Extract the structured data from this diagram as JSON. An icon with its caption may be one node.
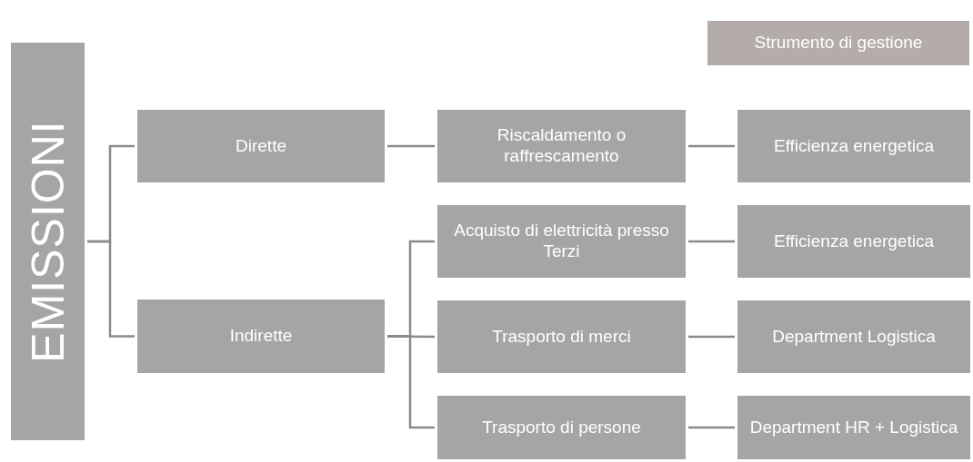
{
  "diagram": {
    "nodes": [
      {
        "text": [
          "Strumento di gestione"
        ]
      },
      {
        "text": [
          "EMISSIONI"
        ]
      },
      {
        "text": [
          "Dirette"
        ]
      },
      {
        "text": [
          "Indirette"
        ]
      },
      {
        "text": [
          "Riscaldamento o raffrescamento"
        ]
      },
      {
        "text": [
          "Acquisto di elettricità presso Terzi"
        ]
      },
      {
        "text": [
          "Trasporto di merci"
        ]
      },
      {
        "text": [
          "Trasporto di persone"
        ]
      },
      {
        "text": [
          "Efficienza energetica"
        ]
      },
      {
        "text": [
          "Efficienza energetica"
        ]
      },
      {
        "text": [
          "Department Logistica"
        ]
      },
      {
        "text": [
          "Department HR + Logistica"
        ]
      }
    ],
    "edges": [
      {
        "from": 1,
        "to": 2,
        "arrow": "none"
      },
      {
        "from": 1,
        "to": 3,
        "arrow": "none"
      },
      {
        "from": 2,
        "to": 4,
        "arrow": "none"
      },
      {
        "from": 3,
        "to": 5,
        "arrow": "none"
      },
      {
        "from": 3,
        "to": 6,
        "arrow": "none"
      },
      {
        "from": 3,
        "to": 7,
        "arrow": "none"
      },
      {
        "from": 4,
        "to": 8,
        "arrow": "none"
      },
      {
        "from": 5,
        "to": 9,
        "arrow": "none"
      },
      {
        "from": 6,
        "to": 10,
        "arrow": "none"
      },
      {
        "from": 7,
        "to": 11,
        "arrow": "none"
      }
    ]
  }
}
